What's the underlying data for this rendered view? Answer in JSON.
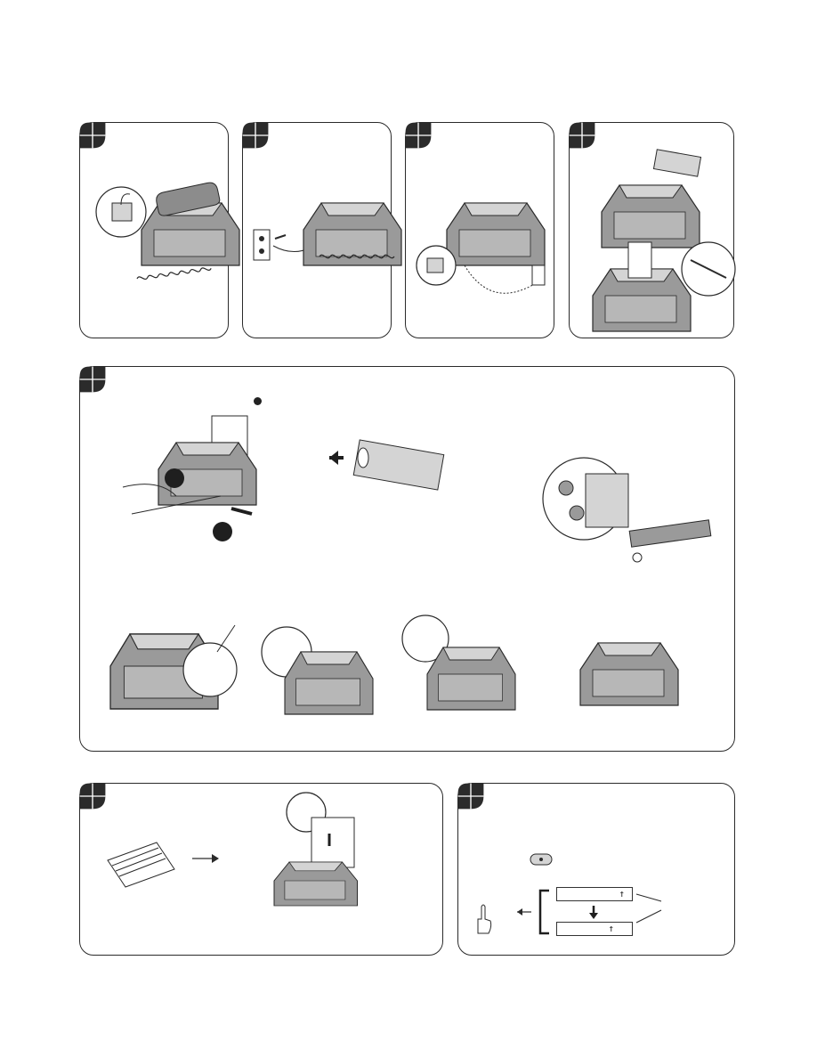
{
  "page": {
    "background": "#ffffff",
    "line_color": "#2a2a2a",
    "fill_gray": "#9a9a9a",
    "light_gray": "#d4d4d4"
  },
  "panels": [
    {
      "id": "step-1",
      "icon": "fax-handset-connection-illustration"
    },
    {
      "id": "step-2",
      "icon": "power-cord-outlet-illustration"
    },
    {
      "id": "step-3",
      "icon": "telephone-line-jack-illustration"
    },
    {
      "id": "step-4",
      "icon": "paper-support-attach-illustration"
    },
    {
      "id": "step-5",
      "icon": "imaging-film-install-illustration"
    },
    {
      "id": "step-6",
      "icon": "paper-loading-illustration"
    },
    {
      "id": "step-7",
      "icon": "display-setup-illustration"
    }
  ],
  "display": {
    "lcd_marker": "↑",
    "button_icon": "start-button-icon",
    "joystick_icon": "hand-pointer-icon"
  }
}
